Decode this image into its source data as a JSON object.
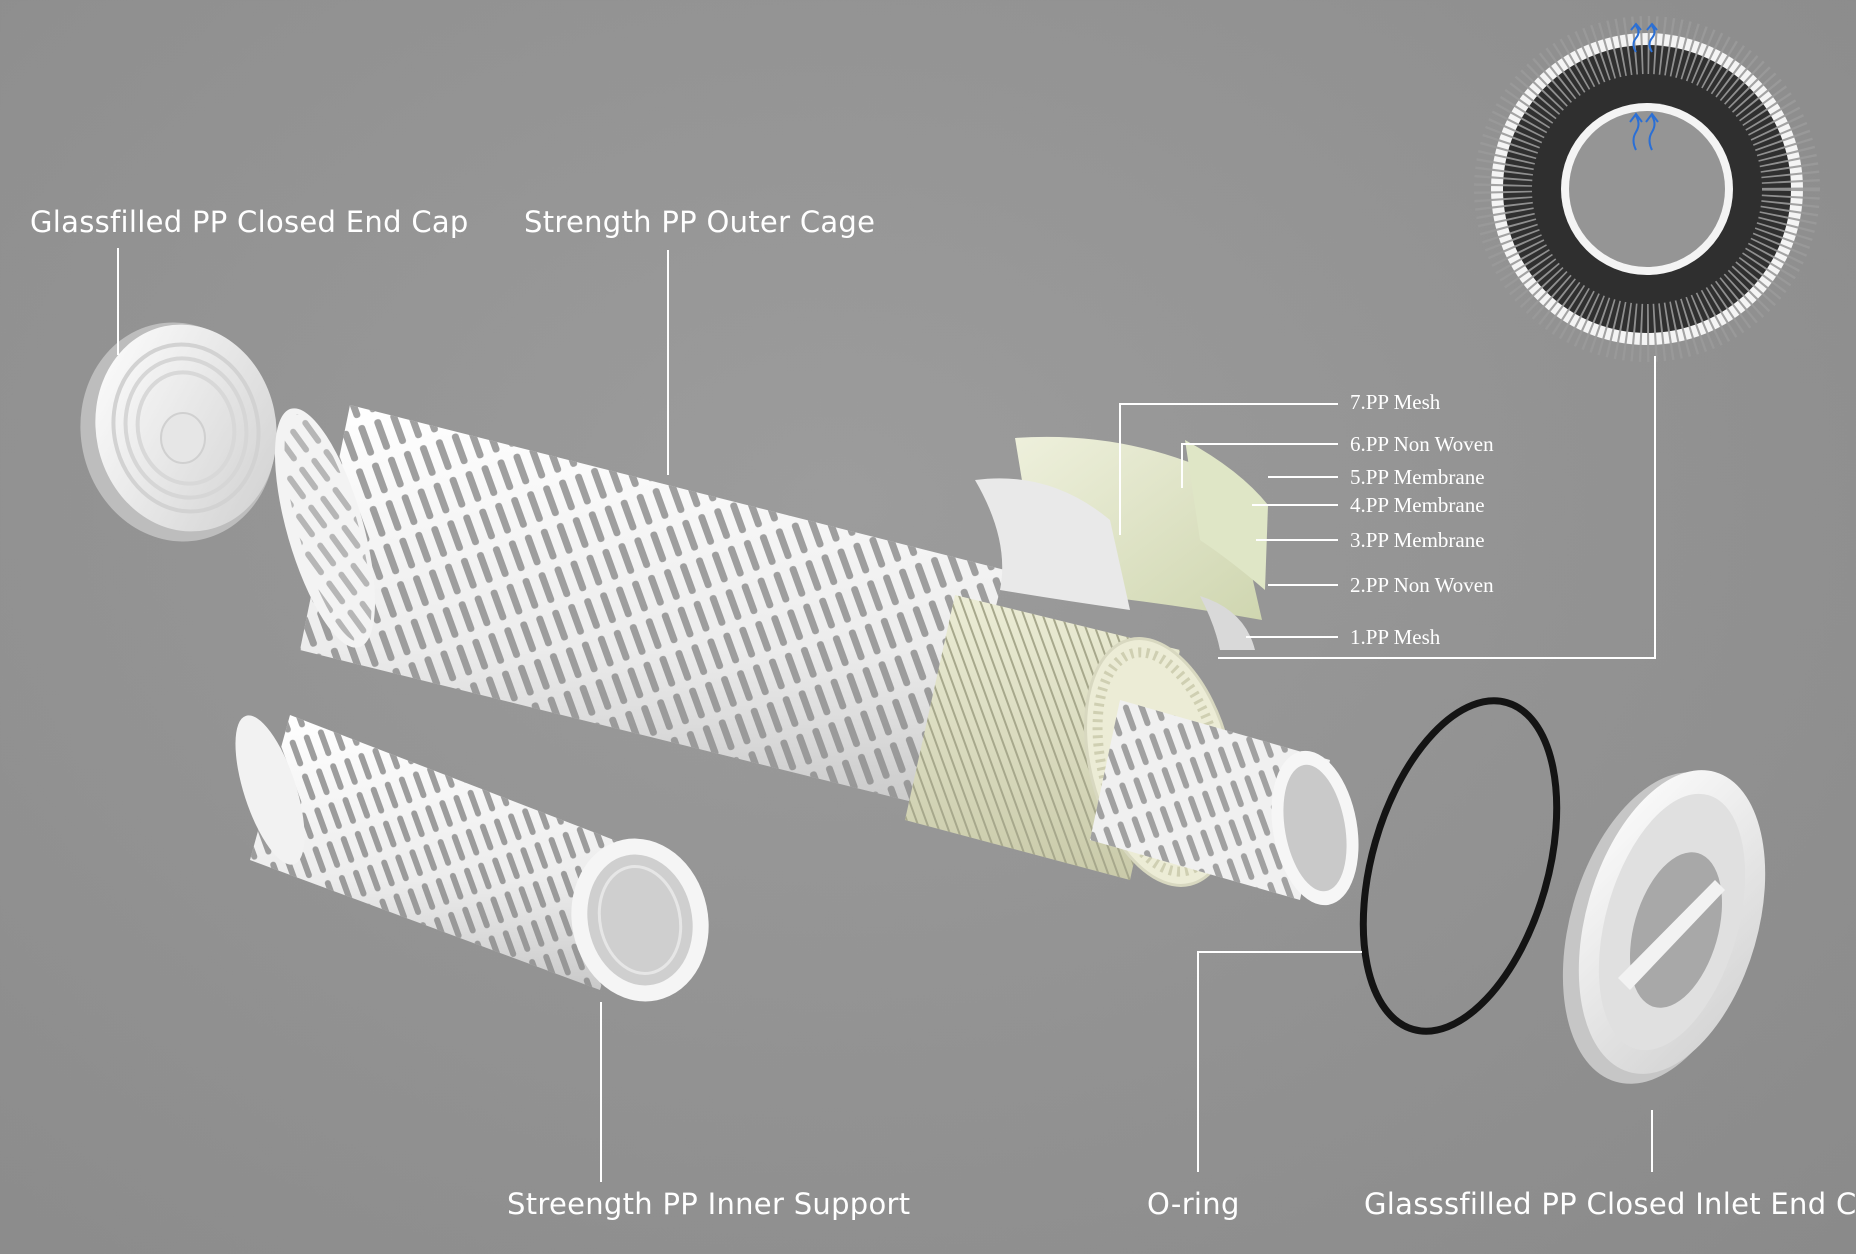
{
  "labels": {
    "closed_end_cap": "Glassfilled PP Closed End Cap",
    "outer_cage": "Strength PP Outer Cage",
    "inner_support": "Streength PP Inner Support",
    "o_ring": "O-ring",
    "inlet_end_cap": "Glasssfilled PP Closed Inlet End Cap"
  },
  "layers": [
    "7.PP Mesh",
    "6.PP Non Woven",
    "5.PP Membrane",
    "4.PP Membrane",
    "3.PP Membrane",
    "2.PP Non Woven",
    "1.PP Mesh"
  ],
  "colors": {
    "background": "#959595",
    "component_white": "#f2f2f2",
    "pleat_cream": "#e4e4c8",
    "leader_line": "#ffffff",
    "flow_arrow": "#2a6fd6",
    "o_ring": "#141414"
  }
}
